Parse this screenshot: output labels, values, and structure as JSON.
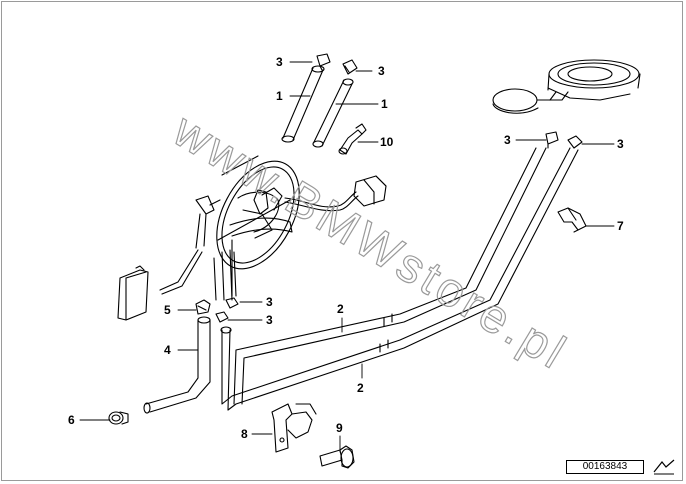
{
  "watermark": "www.BMWstore.pl",
  "document_number": "00163843",
  "callouts": {
    "c1a": "1",
    "c1b": "1",
    "c2a": "2",
    "c2b": "2",
    "c3a": "3",
    "c3b": "3",
    "c3c": "3",
    "c3d": "3",
    "c3e": "3",
    "c3f": "3",
    "c4": "4",
    "c5": "5",
    "c6": "6",
    "c7": "7",
    "c8": "8",
    "c9": "9",
    "c10": "10"
  },
  "colors": {
    "line": "#000000",
    "watermark": "#9a9a9a",
    "border": "#9a9a9a"
  }
}
